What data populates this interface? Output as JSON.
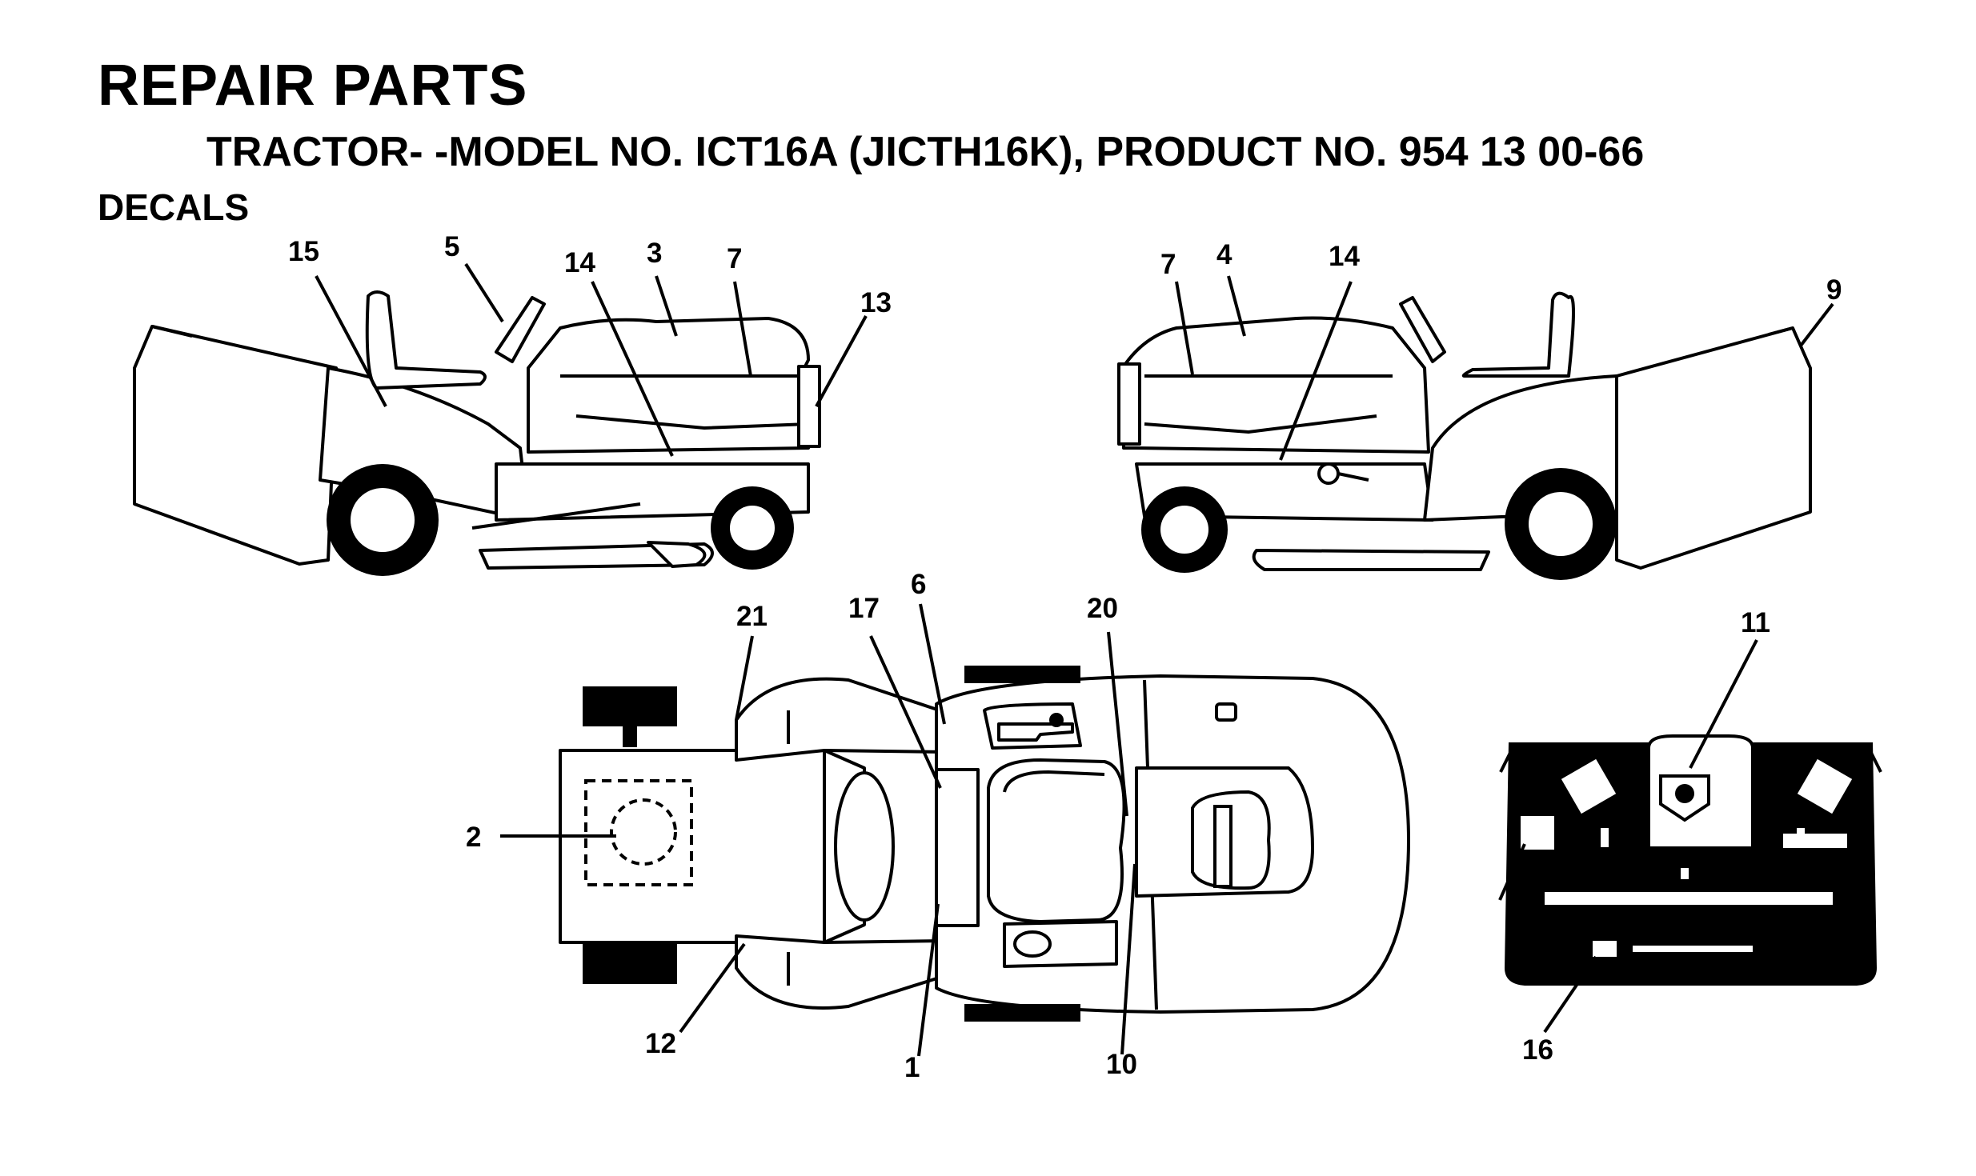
{
  "header": {
    "title": "REPAIR PARTS",
    "subtitle": "TRACTOR- -MODEL NO. ICT16A (JICTH16K), PRODUCT NO. 954 13 00-66",
    "section": "DECALS"
  },
  "callouts": {
    "c15": "15",
    "c5": "5",
    "c14a": "14",
    "c3": "3",
    "c7a": "7",
    "c13": "13",
    "c7b": "7",
    "c4": "4",
    "c14b": "14",
    "c9": "9",
    "c21": "21",
    "c17": "17",
    "c6": "6",
    "c20": "20",
    "c2": "2",
    "c12": "12",
    "c1": "1",
    "c10": "10",
    "c11": "11",
    "c16": "16"
  }
}
